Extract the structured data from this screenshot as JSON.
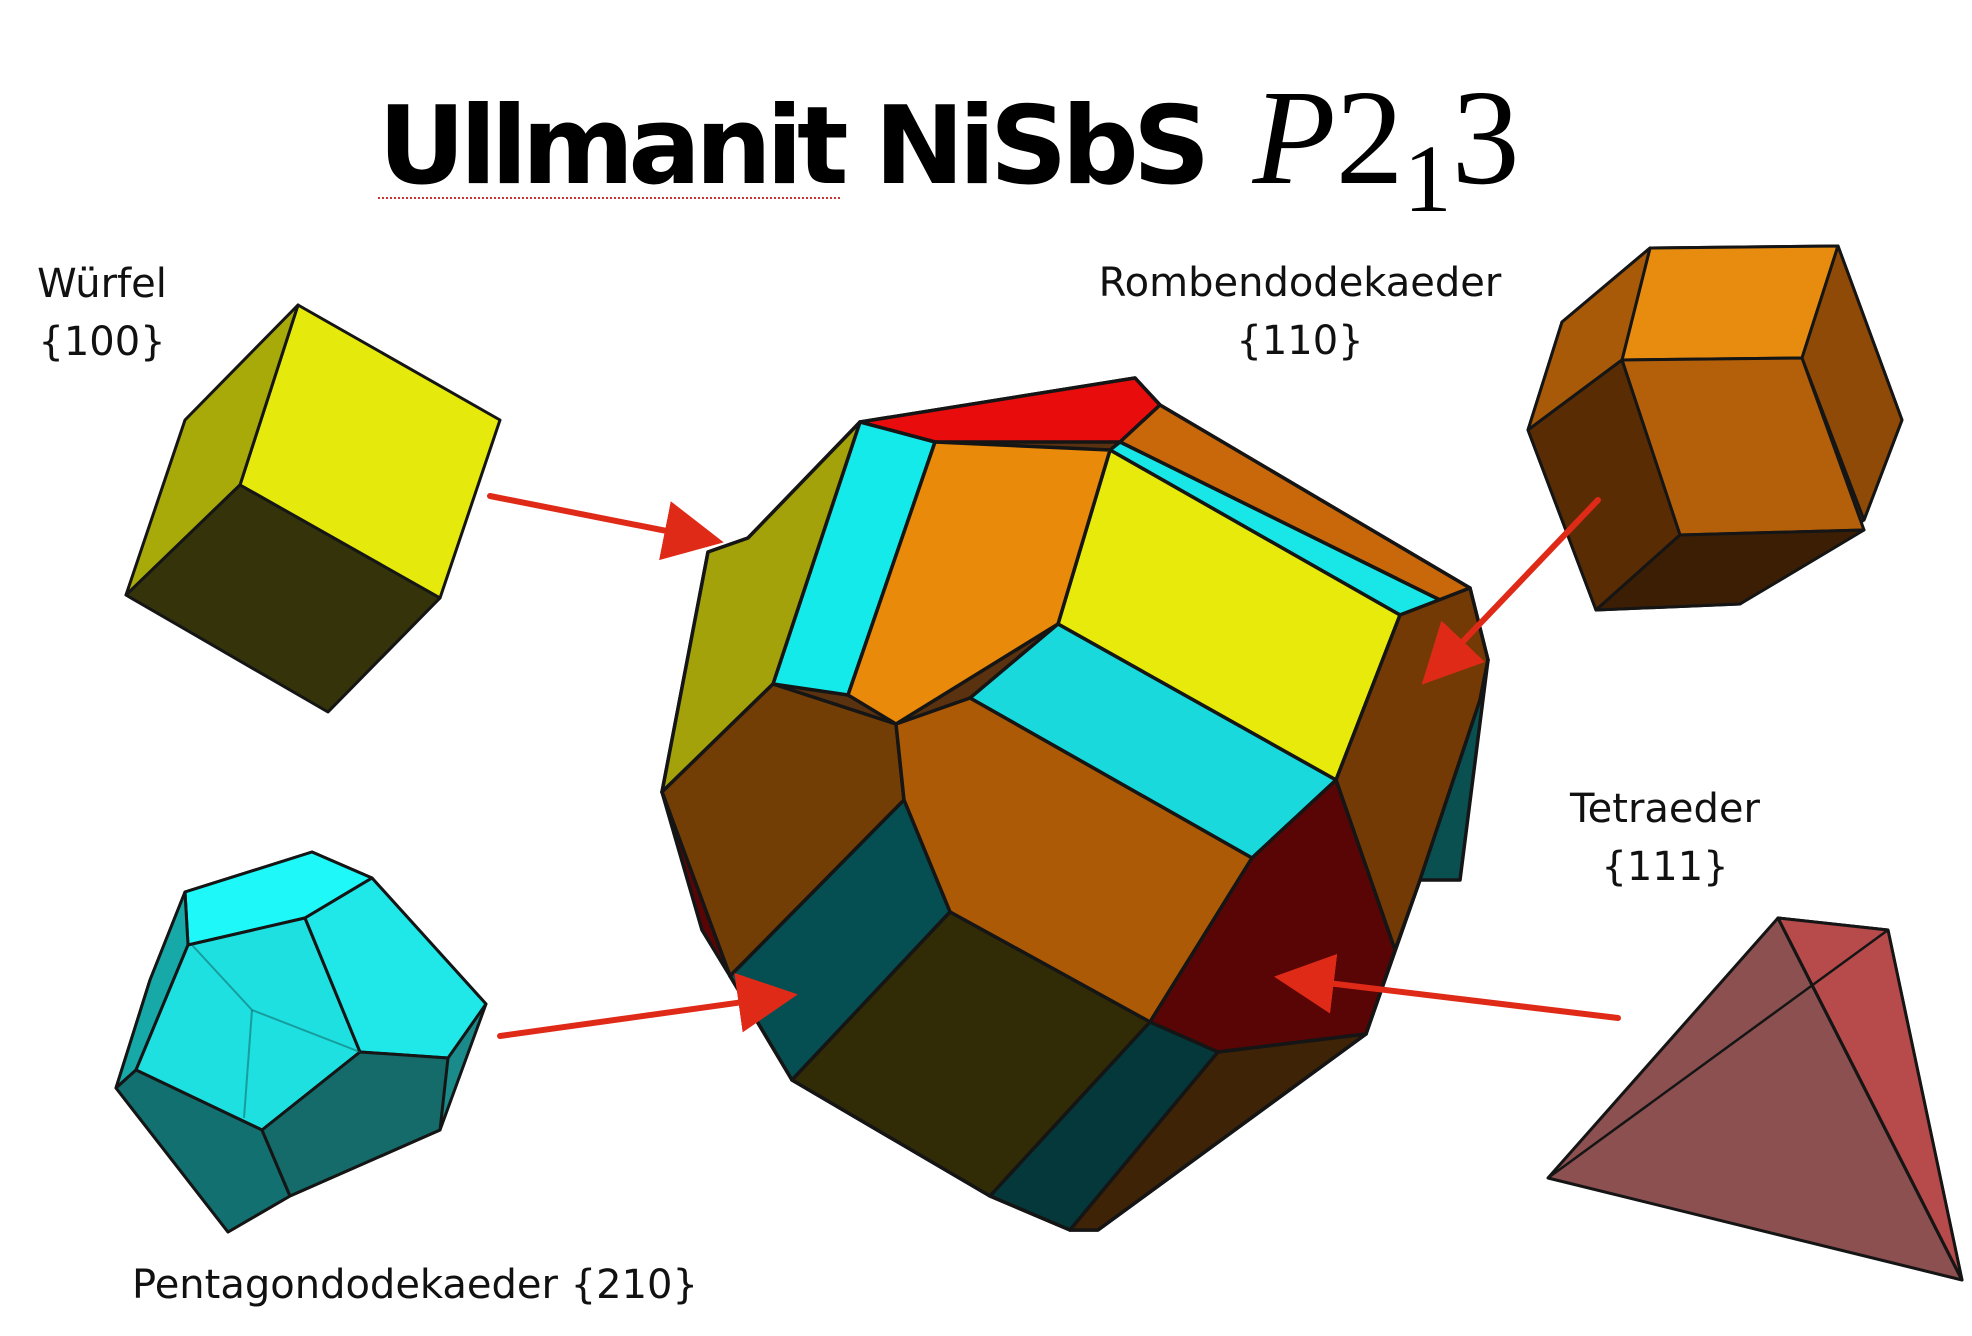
{
  "title": {
    "mineral": "Ullmanit",
    "formula": "NiSbS",
    "space_group_letter": "P",
    "space_group_digit": "2",
    "space_group_subscript": "1",
    "space_group_tail": "3"
  },
  "forms": {
    "cube": {
      "name": "Würfel",
      "miller": "{100}",
      "color": "#e4e80e"
    },
    "rhombic_dodecahedron": {
      "name": "Rombendodekaeder",
      "miller": "{110}",
      "color": "#c26a0a"
    },
    "tetrahedron": {
      "name": "Tetraeder",
      "miller": "{111}",
      "color": "#b84848"
    },
    "pentagon_dodecahedron": {
      "name": "Pentagondodekaeder {210}",
      "color": "#1ee4e4"
    }
  },
  "colors": {
    "arrow": "#e02a18",
    "edge": "#151515",
    "combined_red": "#e60c0c",
    "combined_dark_red": "#5a0505"
  }
}
